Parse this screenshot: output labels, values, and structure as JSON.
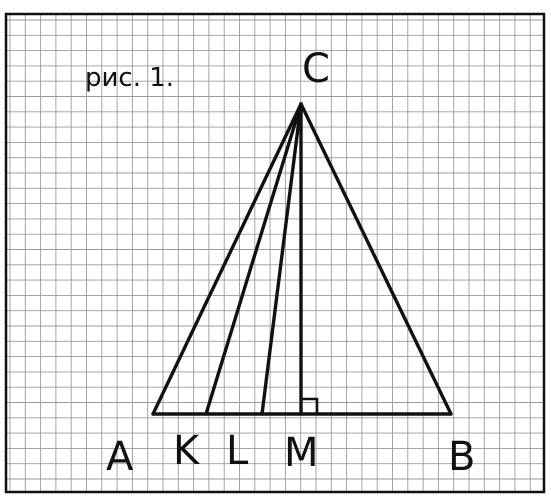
{
  "figure": {
    "caption": "рис. 1.",
    "line_color": "#111111",
    "grid_color": "#9a9a9a",
    "paper_color": "#ffffff",
    "points": {
      "A": "A",
      "K": "K",
      "L": "L",
      "M": "M",
      "B": "B",
      "C": "C"
    }
  }
}
